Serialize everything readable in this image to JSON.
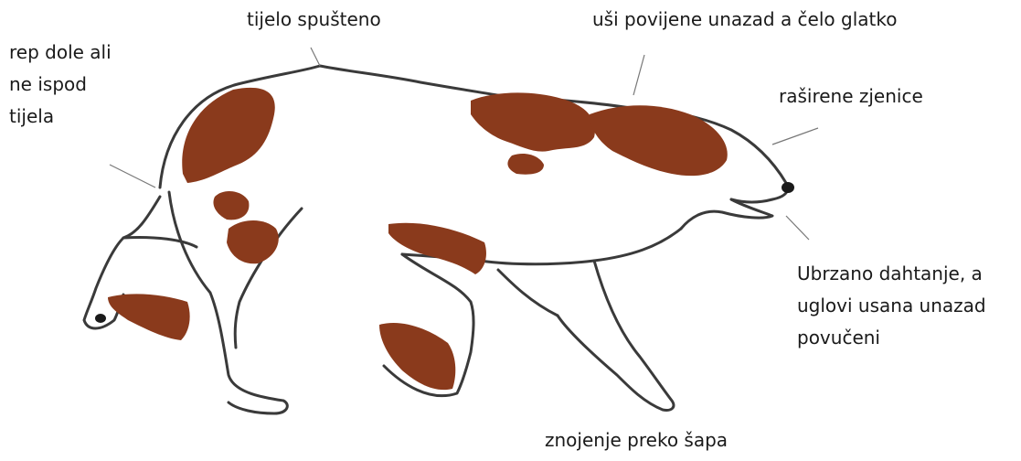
{
  "labels": {
    "tail": [
      "rep dole ali",
      "ne ispod",
      "tijela"
    ],
    "body": "tijelo spušteno",
    "ears": "uši povijene unazad a čelo glatko",
    "pupils": "raširene zjenice",
    "mouth": [
      "Ubrzano dahtanje, a",
      "uglovi usana unazad",
      "povučeni"
    ],
    "paws": "znojenje preko šapa"
  },
  "colors": {
    "outline": "#3a3a3a",
    "patch": "#8a3a1c",
    "text": "#1a1a1a",
    "background": "#ffffff"
  }
}
